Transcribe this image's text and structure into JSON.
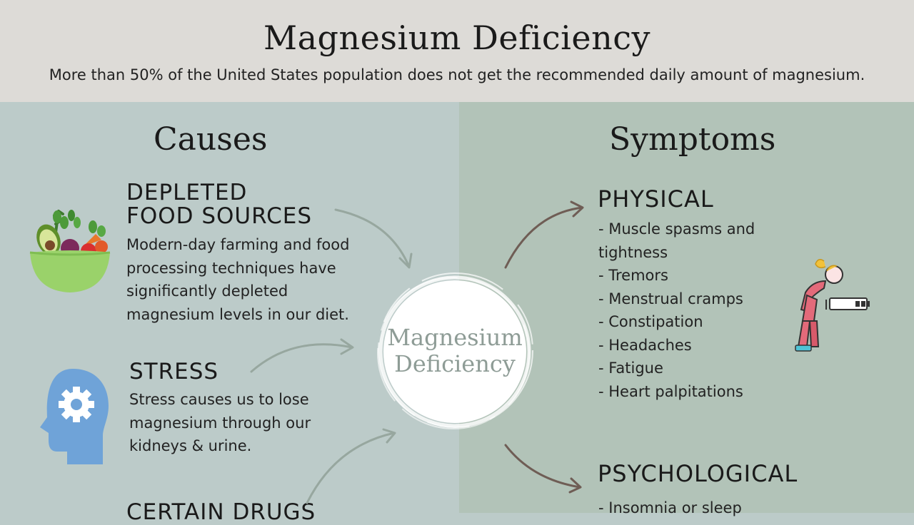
{
  "header": {
    "title": "Magnesium Deficiency",
    "subtitle": "More than 50% of the United States population does not get the recommended daily amount of magnesium."
  },
  "causes": {
    "heading": "Causes",
    "items": [
      {
        "title_line1": "DEPLETED",
        "title_line2": "FOOD SOURCES",
        "body_lines": [
          "Modern-day farming and food",
          "processing techniques have",
          "significantly depleted",
          "magnesium levels in our diet."
        ],
        "icon": "salad-bowl-icon"
      },
      {
        "title_line1": "STRESS",
        "body_lines": [
          "Stress causes us to lose",
          "magnesium through our",
          "kidneys & urine."
        ],
        "icon": "head-gear-icon"
      },
      {
        "title_line1": "CERTAIN DRUGS"
      }
    ]
  },
  "center": {
    "line1": "Magnesium",
    "line2": "Deficiency"
  },
  "symptoms": {
    "heading": "Symptoms",
    "physical": {
      "title": "PHYSICAL",
      "items": [
        "- Muscle spasms and",
        "tightness",
        "- Tremors",
        "- Menstrual cramps",
        "- Constipation",
        "- Headaches",
        "- Fatigue",
        "- Heart palpitations"
      ],
      "icon": "tired-woman-battery-icon"
    },
    "psychological": {
      "title": "PSYCHOLOGICAL",
      "items": [
        "- Insomnia or sleep"
      ]
    }
  },
  "colors": {
    "header_bg": "#dddbd7",
    "causes_bg": "#bccbc9",
    "symptoms_bg": "#b2c3b8",
    "arrow_left": "#97a79f",
    "arrow_right": "#6f5d55"
  }
}
